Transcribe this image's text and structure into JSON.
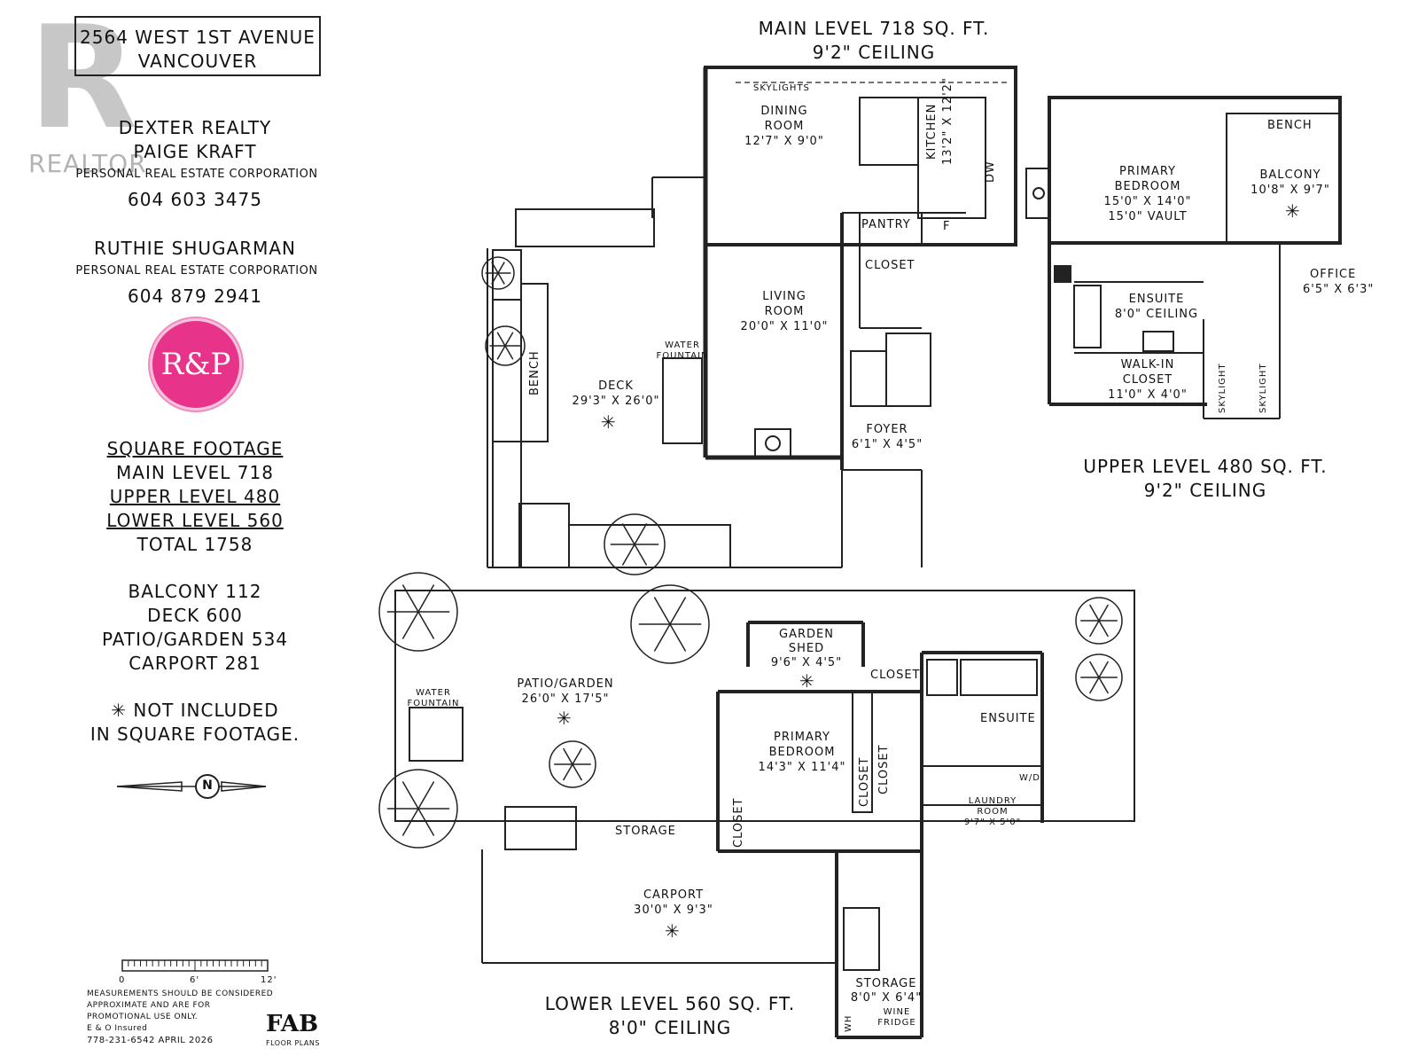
{
  "listing": {
    "address_line1": "2564 WEST 1st AVENUE",
    "address_line2": "VANCOUVER",
    "watermark": "REALTOR",
    "brokerage": "DEXTER REALTY",
    "agent1_name": "PAIGE KRAFT",
    "agent1_corp": "PERSONAL REAL ESTATE CORPORATION",
    "agent1_phone": "604 603 3475",
    "agent2_name": "RUTHIE SHUGARMAN",
    "agent2_corp": "PERSONAL REAL ESTATE CORPORATION",
    "agent2_phone": "604 879 2941",
    "logo_text": "R&P",
    "logo_color": "#e8338a"
  },
  "summary": {
    "heading": "SQUARE FOOTAGE",
    "main": "MAIN LEVEL 718",
    "upper": "UPPER LEVEL 480",
    "lower": "LOWER LEVEL 560",
    "total": "TOTAL 1758",
    "balcony": "BALCONY 112",
    "deck": "DECK 600",
    "patio": "PATIO/GARDEN 534",
    "carport": "CARPORT 281",
    "note_line1": "✳ NOT INCLUDED",
    "note_line2": "IN SQUARE FOOTAGE."
  },
  "compass_letter": "N",
  "scale": {
    "zero": "0",
    "mid": "6'",
    "max": "12'"
  },
  "disclaimer": {
    "line1": "MEASUREMENTS SHOULD BE CONSIDERED",
    "line2": "APPROXIMATE AND ARE FOR",
    "line3": "PROMOTIONAL USE ONLY.",
    "line4": "E & O Insured",
    "line5": "778-231-6542  APRIL 2026",
    "brand": "FAB",
    "brand_sub": "FLOOR PLANS"
  },
  "main_level": {
    "title": "MAIN LEVEL 718 SQ. FT.",
    "ceiling": "9'2\" CEILING",
    "skylights": "SKYLIGHTS",
    "dining_name": "DINING",
    "dining_name2": "ROOM",
    "dining_dim": "12'7\" X 9'0\"",
    "kitchen_name": "KITCHEN",
    "kitchen_dim": "13'2\" X 12'2\"",
    "dw": "DW",
    "pantry": "PANTRY",
    "fridge": "F",
    "closet": "CLOSET",
    "living_name": "LIVING",
    "living_name2": "ROOM",
    "living_dim": "20'0\" X 11'0\"",
    "deck_name": "DECK",
    "deck_dim": "29'3\" X 26'0\"",
    "bench": "BENCH",
    "fountain1": "WATER",
    "fountain2": "FOUNTAIN",
    "foyer_name": "FOYER",
    "foyer_dim": "6'1\" X 4'5\""
  },
  "upper_level": {
    "title": "UPPER LEVEL 480 SQ. FT.",
    "ceiling": "9'2\" CEILING",
    "bench": "BENCH",
    "bedroom_name": "PRIMARY",
    "bedroom_name2": "BEDROOM",
    "bedroom_dim": "15'0\" X 14'0\"",
    "bedroom_vault": "15'0\" VAULT",
    "balcony_name": "BALCONY",
    "balcony_dim": "10'8\" X 9'7\"",
    "office_name": "OFFICE",
    "office_dim": "6'5\" X 6'3\"",
    "ensuite_name": "ENSUITE",
    "ensuite_ceiling": "8'0\" CEILING",
    "walkin1": "WALK-IN",
    "walkin2": "CLOSET",
    "walkin_dim": "11'0\" X 4'0\"",
    "skylight": "SKYLIGHT"
  },
  "lower_level": {
    "title": "LOWER LEVEL 560 SQ. FT.",
    "ceiling": "8'0\" CEILING",
    "shed1": "GARDEN",
    "shed2": "SHED",
    "shed_dim": "9'6\" X 4'5\"",
    "closet": "CLOSET",
    "ensuite": "ENSUITE",
    "patio_name": "PATIO/GARDEN",
    "patio_dim": "26'0\" X 17'5\"",
    "fountain1": "WATER",
    "fountain2": "FOUNTAIN",
    "bedroom_name": "PRIMARY",
    "bedroom_name2": "BEDROOM",
    "bedroom_dim": "14'3\" X 11'4\"",
    "wd": "W/D",
    "laundry_name": "LAUNDRY",
    "laundry_name2": "ROOM",
    "laundry_dim": "9'7\" X 5'0\"",
    "storage": "STORAGE",
    "carport_name": "CARPORT",
    "carport_dim": "30'0\" X 9'3\"",
    "storage2_name": "STORAGE",
    "storage2_dim": "8'0\" X 6'4\"",
    "wine1": "WINE",
    "wine2": "FRIDGE",
    "wh": "WH"
  },
  "star": "✳"
}
